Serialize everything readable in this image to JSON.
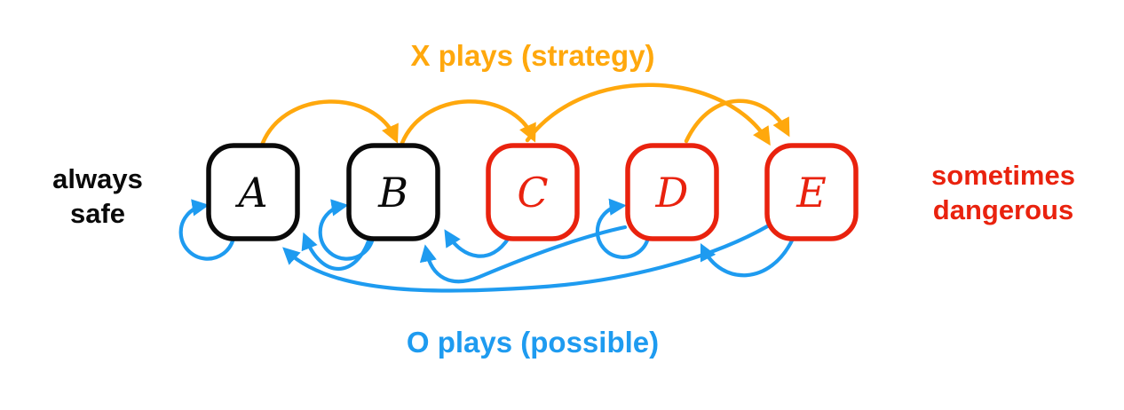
{
  "diagram": {
    "title_top": "X plays (strategy)",
    "title_bottom": "O plays (possible)",
    "label_left": {
      "line1": "always",
      "line2": "safe"
    },
    "label_right": {
      "line1": "sometimes",
      "line2": "dangerous"
    },
    "colors": {
      "safe": "#0a0a0a",
      "danger": "#e9220e",
      "x_strategy": "#ffa80d",
      "o_possible": "#1e9bf0",
      "background": "#ffffff"
    },
    "nodes": [
      {
        "id": "A",
        "label": "A",
        "type": "always safe"
      },
      {
        "id": "B",
        "label": "B",
        "type": "always safe"
      },
      {
        "id": "C",
        "label": "C",
        "type": "sometimes dangerous"
      },
      {
        "id": "D",
        "label": "D",
        "type": "sometimes dangerous"
      },
      {
        "id": "E",
        "label": "E",
        "type": "sometimes dangerous"
      }
    ],
    "edges": {
      "x_strategy": [
        {
          "from": "A",
          "to": "B"
        },
        {
          "from": "B",
          "to": "C"
        },
        {
          "from": "C",
          "to": "E"
        },
        {
          "from": "D",
          "to": "E"
        }
      ],
      "o_possible": [
        {
          "from": "A",
          "to": "A"
        },
        {
          "from": "B",
          "to": "B"
        },
        {
          "from": "D",
          "to": "D"
        },
        {
          "from": "B",
          "to": "A"
        },
        {
          "from": "C",
          "to": "B"
        },
        {
          "from": "D",
          "to": "B"
        },
        {
          "from": "E",
          "to": "D"
        },
        {
          "from": "E",
          "to": "A"
        }
      ]
    }
  }
}
